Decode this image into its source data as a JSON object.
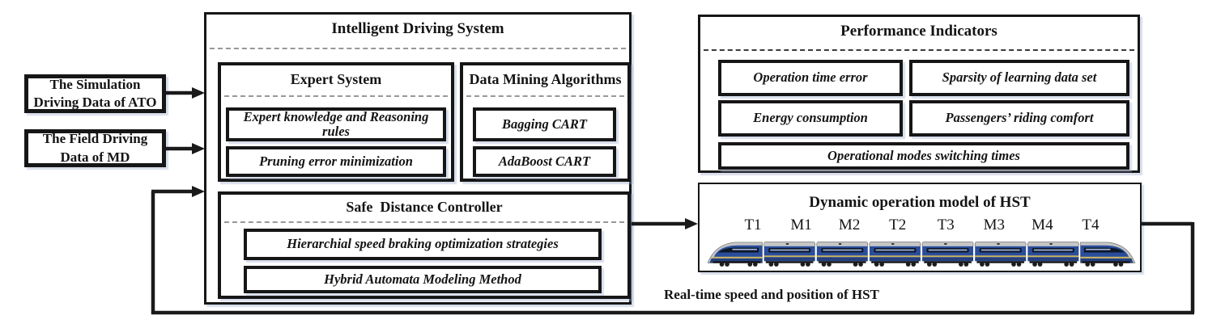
{
  "inputs": {
    "simulation": "The Simulation\nDriving Data of ATO",
    "field": "The Field Driving\nData of MD"
  },
  "intelligent_driving_system": {
    "title": "Intelligent Driving System",
    "expert_system": {
      "title": "Expert System",
      "items": [
        "Expert knowledge and Reasoning rules",
        "Pruning error minimization"
      ]
    },
    "data_mining": {
      "title": "Data Mining Algorithms",
      "items": [
        "Bagging CART",
        "AdaBoost CART"
      ]
    },
    "safe_distance": {
      "title": "Safe  Distance Controller",
      "items": [
        "Hierarchial speed braking optimization strategies",
        "Hybrid Automata Modeling Method"
      ]
    }
  },
  "performance_indicators": {
    "title": "Performance Indicators",
    "items": [
      "Operation time error",
      "Sparsity of learning data set",
      "Energy consumption",
      "Passengers’ riding comfort",
      "Operational modes switching times"
    ]
  },
  "train_model": {
    "title": "Dynamic operation model of HST",
    "cars": [
      "T1",
      "M1",
      "M2",
      "T2",
      "T3",
      "M3",
      "M4",
      "T4"
    ]
  },
  "feedback_label": "Real-time speed and position of HST",
  "colors": {
    "line": "#1a1a1a",
    "dash_gray": "#989898",
    "train_blue": "#2a4d9b",
    "train_lower_blue": "#24407e",
    "train_window": "#0d1729",
    "train_stripe_yellow": "#c9b35e",
    "train_roof_gray": "#c6c6c6",
    "train_underframe": "#141414"
  }
}
